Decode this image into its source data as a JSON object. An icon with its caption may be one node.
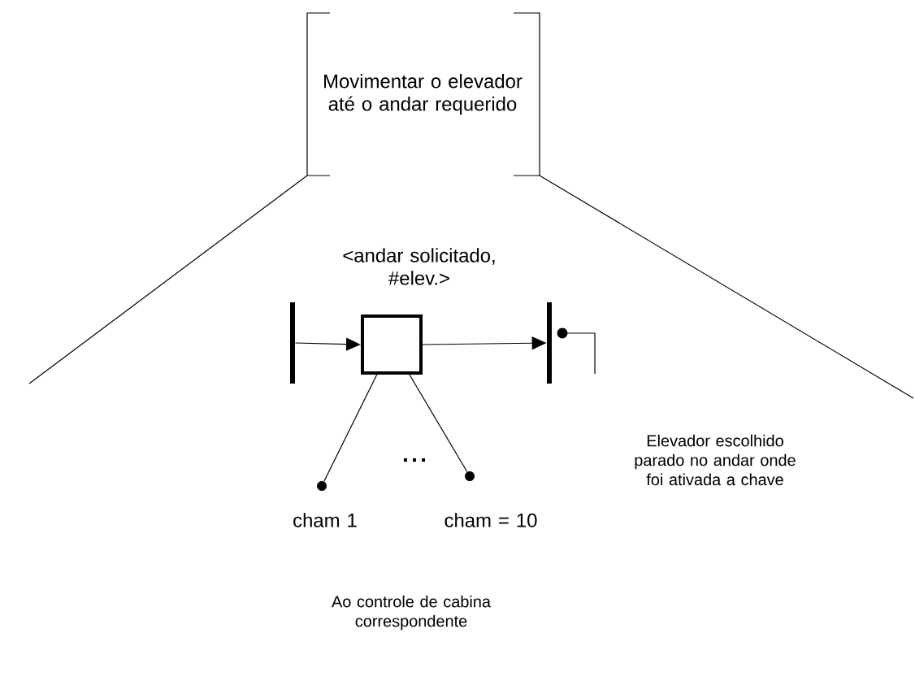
{
  "diagram": {
    "nodes": [
      {
        "text": [
          "Movimentar o elevador até o andar requerido"
        ]
      },
      {
        "text": [],
        "shape": "bar"
      },
      {
        "text": [],
        "shape": "box",
        "beside": [
          "<andar solicitado, #elev.>"
        ]
      },
      {
        "text": [],
        "shape": "bar"
      },
      {
        "text": [],
        "shape": "circle",
        "beside": [
          "cham 1"
        ]
      },
      {
        "text": [],
        "shape": "circle",
        "beside": [
          "cham = 10"
        ]
      }
    ],
    "edges": [
      {
        "from": 1,
        "to": 2,
        "arrow": "to"
      },
      {
        "from": 2,
        "to": 3,
        "arrow": "to"
      },
      {
        "from": 2,
        "to": 4,
        "arrow": "none"
      },
      {
        "from": 2,
        "to": 5,
        "arrow": "none"
      }
    ],
    "labels": [
      "...",
      "Elevador escolhido parado no andar onde foi ativada a chave",
      "Ao controle de cabina correspondente"
    ]
  }
}
